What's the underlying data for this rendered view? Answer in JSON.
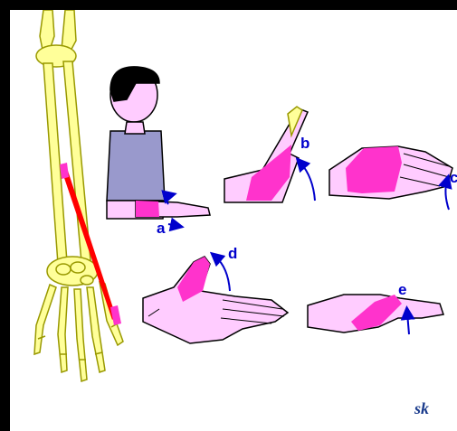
{
  "labels": {
    "a": "a",
    "b": "b",
    "c": "c",
    "d": "d",
    "e": "e"
  },
  "signature": "sk",
  "colors": {
    "background": "#000000",
    "bone": "#ffff99",
    "bone_outline": "#999900",
    "skin": "#ffccff",
    "muscle_highlight": "#ff33cc",
    "muscle": "#ff0000",
    "shirt": "#9999cc",
    "hair": "#000000",
    "motion_arrow": "#0000cc"
  }
}
